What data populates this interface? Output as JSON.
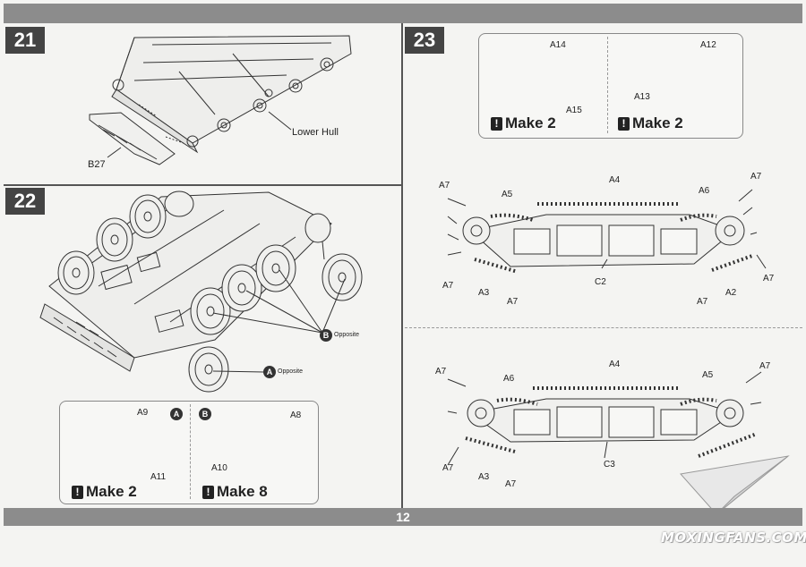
{
  "steps": {
    "s21": "21",
    "s22": "22",
    "s23": "23"
  },
  "page_number": "12",
  "step21": {
    "lower_hull": "Lower Hull",
    "b27": "B27"
  },
  "step22": {
    "marker_b": "B",
    "marker_a": "A",
    "opposite_b": "Opposite",
    "opposite_a": "Opposite",
    "box": {
      "a9": "A9",
      "a11": "A11",
      "marker_a": "A",
      "marker_b": "B",
      "a8": "A8",
      "a10": "A10",
      "make_a": "Make 2",
      "make_b": "Make 8"
    }
  },
  "step23": {
    "top_box": {
      "a14": "A14",
      "a15": "A15",
      "a12": "A12",
      "a13": "A13",
      "make_left": "Make 2",
      "make_right": "Make 2"
    },
    "track1": {
      "a4": "A4",
      "a5": "A5",
      "a6": "A6",
      "a7_1": "A7",
      "a7_2": "A7",
      "a7_3": "A7",
      "a7_4": "A7",
      "a7_5": "A7",
      "a7_6": "A7",
      "a3": "A3",
      "c2": "C2",
      "a2": "A2"
    },
    "track2": {
      "a4": "A4",
      "a6": "A6",
      "a5": "A5",
      "a7_1": "A7",
      "a7_2": "A7",
      "a7_3": "A7",
      "a7_4": "A7",
      "a3": "A3",
      "c3": "C3"
    }
  },
  "watermark": "MOXINGFANS.COM",
  "colors": {
    "bar": "#8c8c8c",
    "step_bg": "#444444",
    "paper": "#f4f4f2"
  },
  "icons": {
    "exclamation": "exclamation-icon",
    "paper_plane": "paper-plane-logo"
  }
}
